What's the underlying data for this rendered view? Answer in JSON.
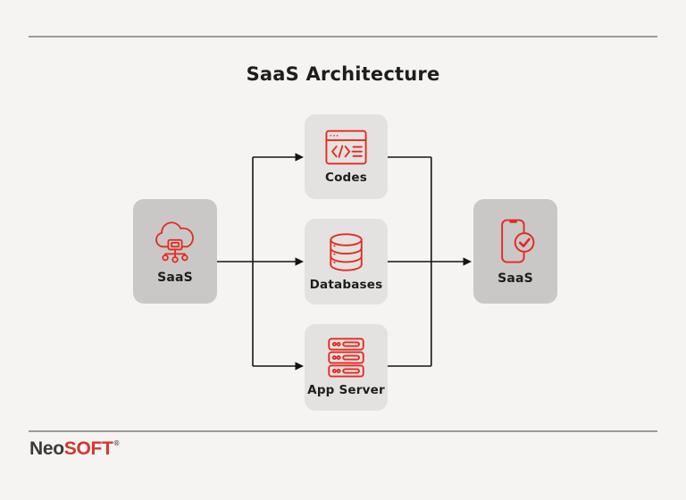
{
  "title": "SaaS Architecture",
  "colors": {
    "background": "#f5f4f2",
    "accent_red": "#e32a20",
    "node_fill_dark": "#c9c8c7",
    "node_fill_light": "#e3e2e0",
    "connector": "#141414",
    "rule": "#9c9b9a",
    "text": "#1d1d1b",
    "logo_dark": "#3a3a3a",
    "logo_red": "#d7342e"
  },
  "diagram": {
    "nodes": [
      {
        "id": "saas-source",
        "label": "SaaS",
        "icon": "cloud-network-icon"
      },
      {
        "id": "codes",
        "label": "Codes",
        "icon": "code-window-icon"
      },
      {
        "id": "databases",
        "label": "Databases",
        "icon": "database-icon"
      },
      {
        "id": "app-server",
        "label": "App Server",
        "icon": "server-rack-icon"
      },
      {
        "id": "saas-client",
        "label": "SaaS",
        "icon": "phone-check-icon"
      }
    ],
    "edges": [
      {
        "from": "saas-source",
        "to": "codes"
      },
      {
        "from": "saas-source",
        "to": "databases"
      },
      {
        "from": "saas-source",
        "to": "app-server"
      },
      {
        "from": "codes",
        "to": "saas-client"
      },
      {
        "from": "databases",
        "to": "saas-client"
      },
      {
        "from": "app-server",
        "to": "saas-client"
      }
    ]
  },
  "footer": {
    "logo_prefix": "Neo",
    "logo_suffix": "SOFT",
    "registered_mark": "®"
  }
}
